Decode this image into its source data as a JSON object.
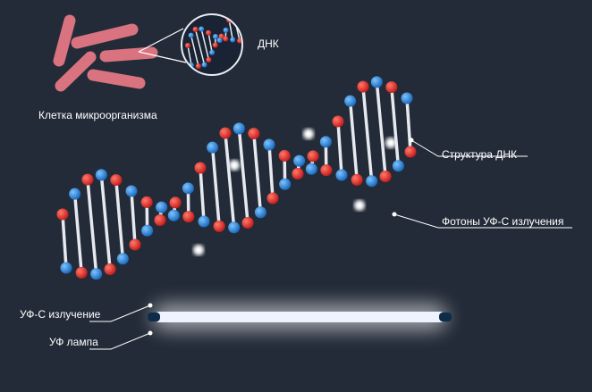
{
  "labels": {
    "cell": "Клетка микроорганизма",
    "dna_small": "ДНК",
    "dna_structure": "Структура ДНК",
    "photons": "Фотоны УФ-С излучения",
    "uvc_radiation": "УФ-С излучение",
    "uv_lamp": "УФ лампа"
  },
  "colors": {
    "background": "#232b38",
    "red": "#e8322e",
    "blue": "#2f8fe0",
    "bacteria": "#d9737f"
  }
}
